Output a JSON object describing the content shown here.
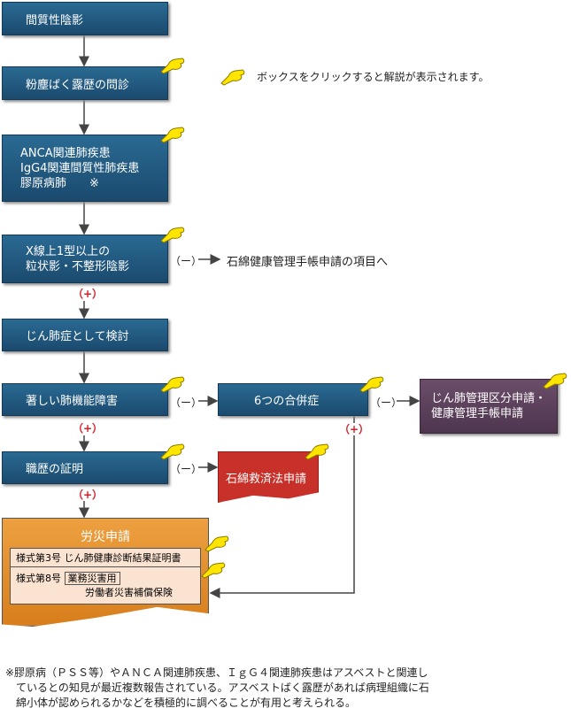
{
  "nodes": {
    "n1": "間質性陰影",
    "n2": "粉塵ばく露歴の問診",
    "n3": [
      "ANCA関連肺疾患",
      "IgG4関連間質性肺疾患",
      "膠原病肺　　※"
    ],
    "n4": [
      "X線上1型以上の",
      "粒状影・不整形陰影"
    ],
    "n5": "じん肺症として検討",
    "n6": "著しい肺機能障害",
    "n7": "6つの合併症",
    "n8": [
      "じん肺管理区分申請・",
      "健康管理手帳申請"
    ],
    "n9": "職歴の証明",
    "n10": "石綿救済法申請",
    "rousai": {
      "title": "労災申請",
      "form3": "様式第3号 じん肺健康診断結果証明書",
      "form8": "様式第8号",
      "form8_tag": "業務災害用",
      "form8_sub": "労働者災害補償保険"
    }
  },
  "labels": {
    "plus": "（+）",
    "minus": "（ー）",
    "to_asbestos": "石綿健康管理手帳申請の項目へ"
  },
  "legend": "ボックスをクリックすると解説が表示されます。",
  "footnote": [
    "※膠原病（ＰＳＳ等）やＡＮＣＡ関連肺疾患、ＩｇＧ４関連肺疾患はアスベストと関連し",
    "　ているとの知見が最近複数報告されている。アスベストばく露歴があれば病理組織に石",
    "　綿小体が認められるかなどを積極的に調べることが有用と考えられる。"
  ],
  "colors": {
    "box": "#1f5479",
    "purple": "#5a3f5a",
    "red": "#c8302a",
    "orange": "#e48a25",
    "hand": "#ffe500"
  }
}
